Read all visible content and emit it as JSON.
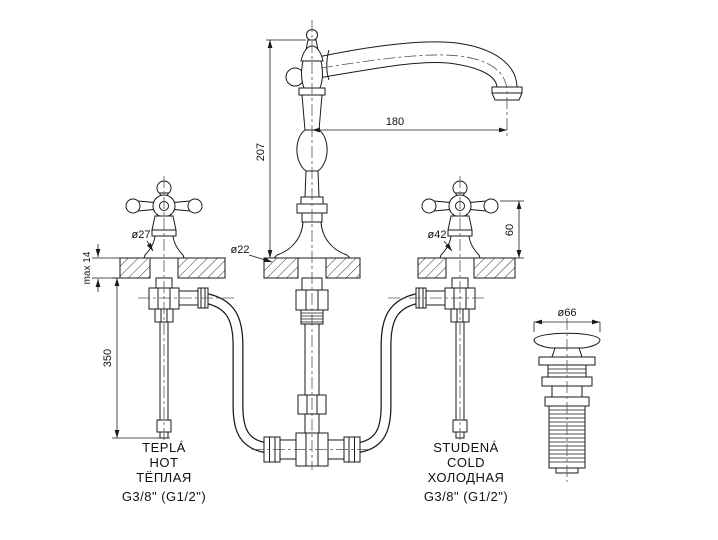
{
  "drawing": {
    "dims": {
      "reach": "180",
      "height": "207",
      "handle_height": "60",
      "supply": "350",
      "deck_thickness": "max 14",
      "handle_dia": "ø27",
      "spout_hole_dia": "ø22",
      "escutcheon_dia": "ø42",
      "drain_dia": "ø66"
    },
    "hot": {
      "l1": "TEPLÁ",
      "l2": "HOT",
      "l3": "ТЁПЛАЯ",
      "l4": "G3/8\" (G1/2\")"
    },
    "cold": {
      "l1": "STUDENÁ",
      "l2": "COLD",
      "l3": "ХОЛОДНАЯ",
      "l4": "G3/8\" (G1/2\")"
    }
  }
}
